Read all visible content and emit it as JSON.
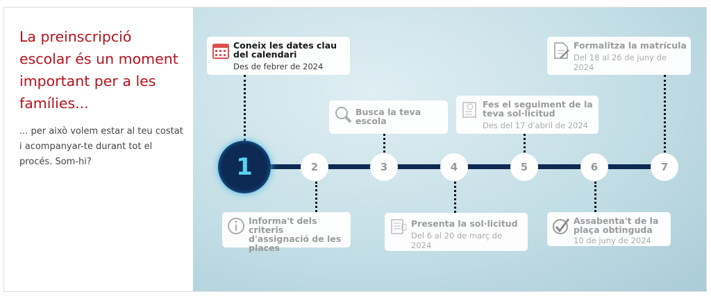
{
  "intro": {
    "title": "La preinscripció escolar és un moment important per a les famílies...",
    "text": "... per això volem estar al teu costat i acompanyar-te durant tot el procés. Som-hi?"
  },
  "steps": [
    {
      "number": "1",
      "title": "Coneix les dates clau del calendari",
      "date": "Des de febrer de 2024",
      "icon": "calendar-icon"
    },
    {
      "number": "2",
      "title": "Informa't dels criteris d'assignació de les places",
      "date": "",
      "icon": "info-icon"
    },
    {
      "number": "3",
      "title": "Busca la teva escola",
      "date": "",
      "icon": "search-icon"
    },
    {
      "number": "4",
      "title": "Presenta la sol·licitud",
      "date": "Del 6 al 20  de març de 2024",
      "icon": "form-icon"
    },
    {
      "number": "5",
      "title": "Fes el seguiment de la teva sol·licitud",
      "date": "Des del 17 d'abril de 2024",
      "icon": "checklist-icon"
    },
    {
      "number": "6",
      "title": "Assabenta't de la plaça obtinguda",
      "date": "10 de juny de 2024",
      "icon": "check-icon"
    },
    {
      "number": "7",
      "title": "Formalitza la matrícula",
      "date": "Del 18 al 26 de juny de 2024",
      "icon": "document-edit-icon"
    }
  ],
  "colors": {
    "title": "#b5121b",
    "timeline": "#0e2a52",
    "active": "#5ad2f0"
  }
}
